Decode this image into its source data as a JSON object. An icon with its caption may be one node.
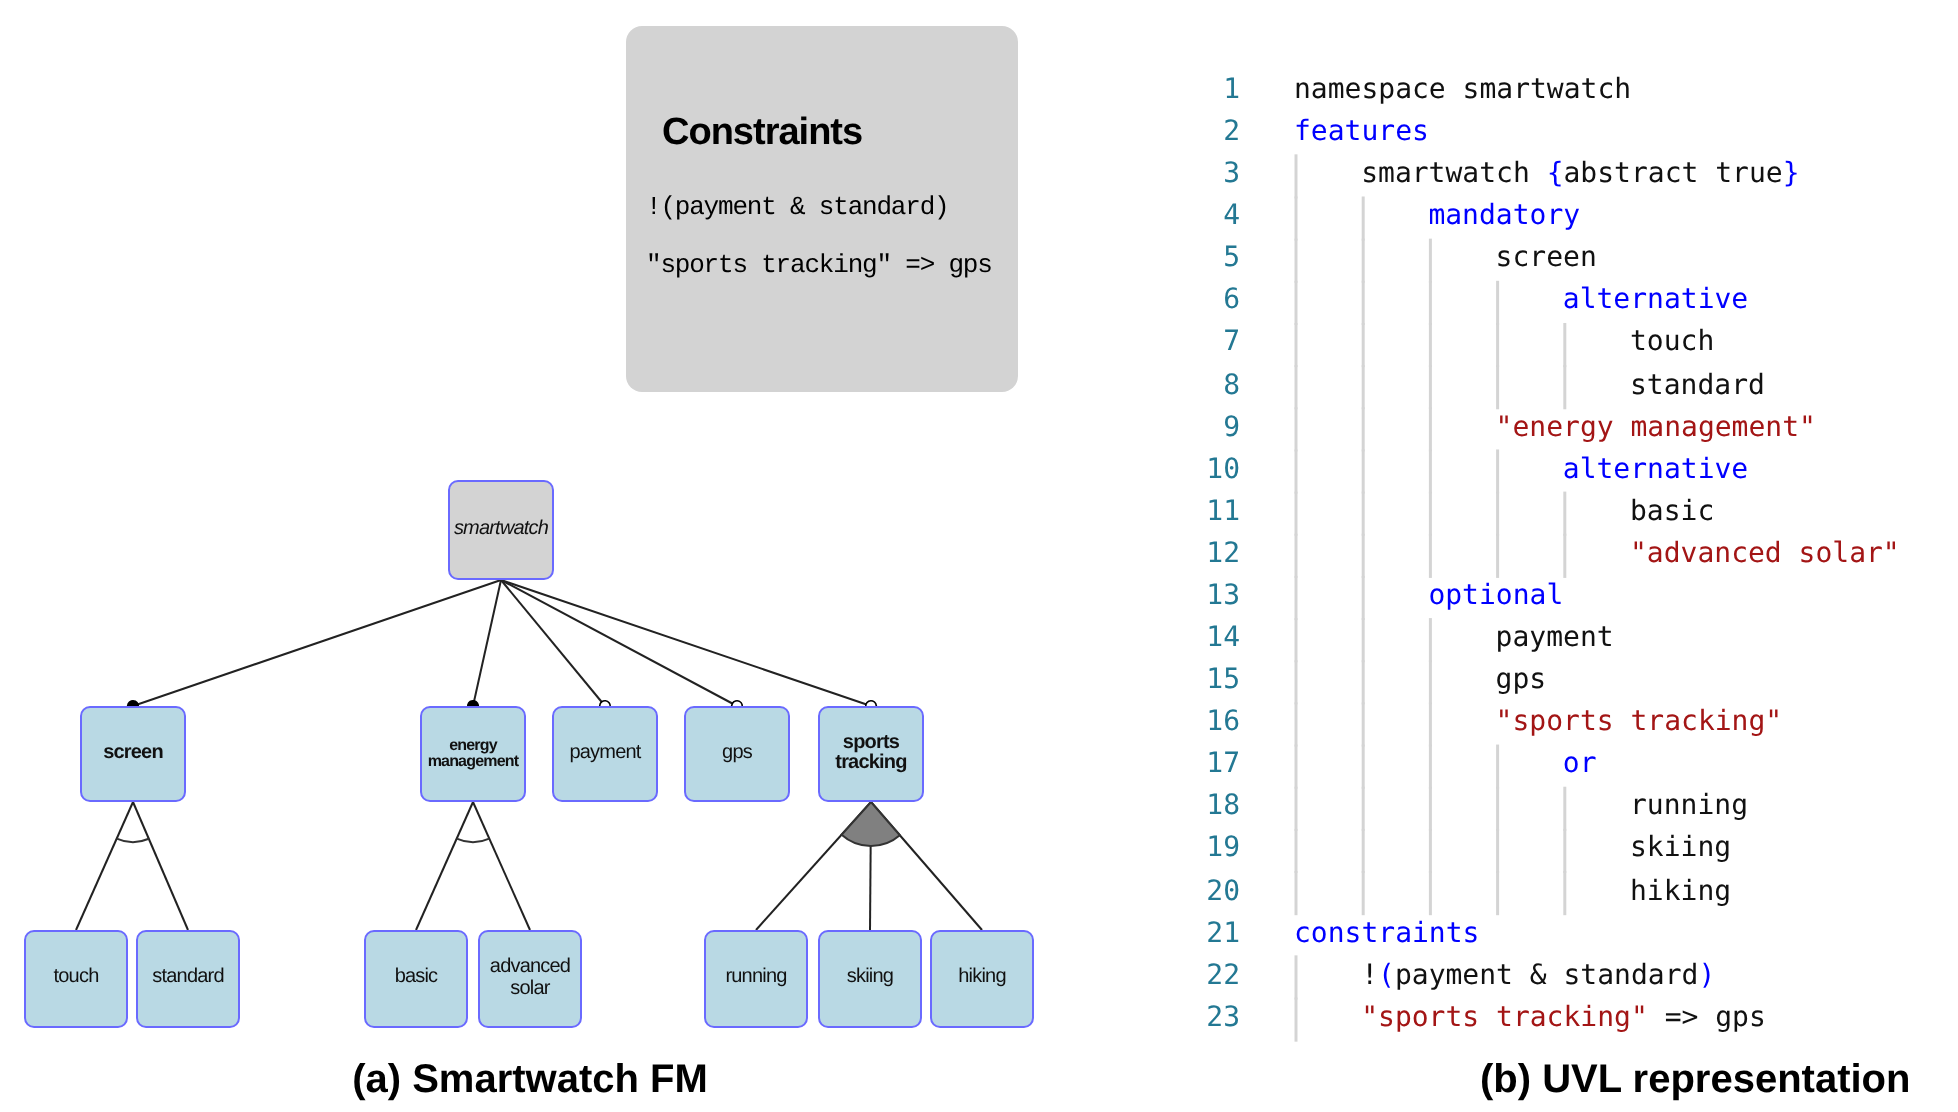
{
  "diagram": {
    "nodes": [
      {
        "text": [
          "smartwatch"
        ]
      },
      {
        "text": [
          "screen"
        ]
      },
      {
        "text": [
          "energy management"
        ]
      },
      {
        "text": [
          "payment"
        ]
      },
      {
        "text": [
          "gps"
        ]
      },
      {
        "text": [
          "sports tracking"
        ]
      },
      {
        "text": [
          "touch"
        ]
      },
      {
        "text": [
          "standard"
        ]
      },
      {
        "text": [
          "basic"
        ]
      },
      {
        "text": [
          "advanced solar"
        ]
      },
      {
        "text": [
          "running"
        ]
      },
      {
        "text": [
          "skiing"
        ]
      },
      {
        "text": [
          "hiking"
        ]
      },
      {
        "text": [
          "Constraints",
          "!(payment & standard)",
          "\"sports tracking\" => gps"
        ]
      }
    ],
    "edges": [
      {
        "from": 0,
        "to": 1,
        "arrow": "other"
      },
      {
        "from": 0,
        "to": 2,
        "arrow": "other"
      },
      {
        "from": 0,
        "to": 3,
        "arrow": "other"
      },
      {
        "from": 0,
        "to": 4,
        "arrow": "other"
      },
      {
        "from": 0,
        "to": 5,
        "arrow": "other"
      },
      {
        "from": 1,
        "to": 6,
        "arrow": "none"
      },
      {
        "from": 1,
        "to": 7,
        "arrow": "none"
      },
      {
        "from": 2,
        "to": 8,
        "arrow": "none"
      },
      {
        "from": 2,
        "to": 9,
        "arrow": "none"
      },
      {
        "from": 5,
        "to": 10,
        "arrow": "none"
      },
      {
        "from": 5,
        "to": 11,
        "arrow": "none"
      },
      {
        "from": 5,
        "to": 12,
        "arrow": "none"
      }
    ],
    "labels": [
      "1",
      "namespace smartwatch",
      "2",
      "features",
      "3",
      "smartwatch {abstract true}",
      "4",
      "mandatory",
      "5",
      "screen",
      "6",
      "alternative",
      "7",
      "touch",
      "8",
      "standard",
      "9",
      "\"energy management\"",
      "10",
      "alternative",
      "11",
      "basic",
      "12",
      "\"advanced solar\"",
      "13",
      "optional",
      "14",
      "payment",
      "15",
      "gps",
      "16",
      "\"sports tracking\"",
      "17",
      "or",
      "18",
      "running",
      "19",
      "skiing",
      "20",
      "hiking",
      "21",
      "constraints",
      "22",
      "!(payment & standard)",
      "23",
      "\"sports tracking\" => gps",
      "(a) Smartwatch FM",
      "(b) UVL representation"
    ]
  }
}
